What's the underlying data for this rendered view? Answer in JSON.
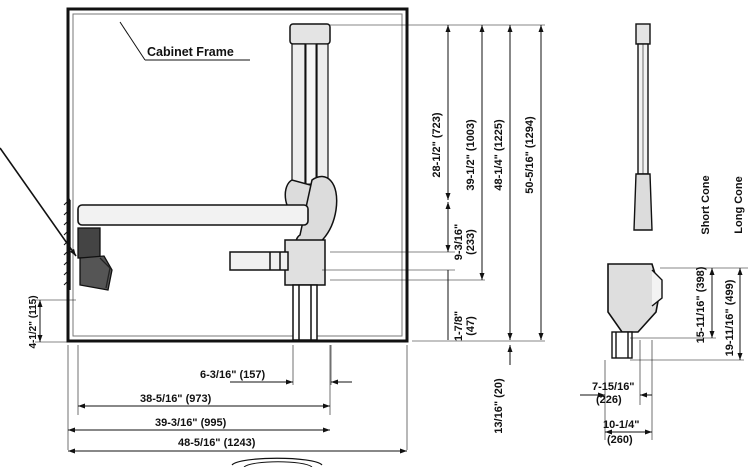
{
  "labels": {
    "cabinet_frame": "Cabinet Frame",
    "short_cone": "Short Cone",
    "long_cone": "Long Cone"
  },
  "dimensions": {
    "d_28_1_2": "28-1/2\" (723)",
    "d_39_1_2": "39-1/2\" (1003)",
    "d_48_1_4": "48-1/4\" (1225)",
    "d_50_5_16": "50-5/16\" (1294)",
    "d_9_3_16_a": "9-3/16\"",
    "d_9_3_16_b": "(233)",
    "d_1_7_8_a": "1-7/8\"",
    "d_1_7_8_b": "(47)",
    "d_4_1_2": "4-1/2\" (115)",
    "d_13_16": "13/16\" (20)",
    "d_6_3_16": "6-3/16\" (157)",
    "d_38_5_16": "38-5/16\" (973)",
    "d_39_3_16": "39-3/16\" (995)",
    "d_48_5_16": "48-5/16\" (1243)",
    "d_15_11_16": "15-11/16\" (398)",
    "d_19_11_16": "19-11/16\" (499)",
    "d_7_15_16_a": "7-15/16\"",
    "d_7_15_16_b": "(226)",
    "d_10_1_4_a": "10-1/4\"",
    "d_10_1_4_b": "(260)"
  }
}
